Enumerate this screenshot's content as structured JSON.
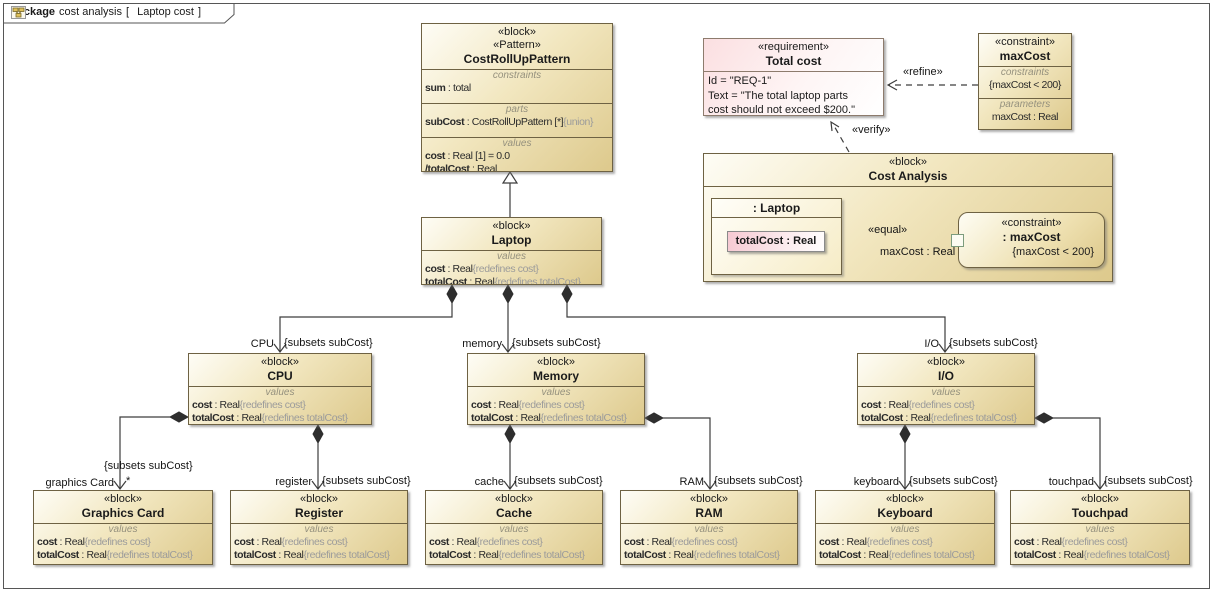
{
  "package_tab": {
    "keyword": "package",
    "context": "cost analysis",
    "open_bracket": "[",
    "diagram": "Laptop cost",
    "close_bracket": "]"
  },
  "pattern_block": {
    "stereotype1": "«block»",
    "stereotype2": "«Pattern»",
    "name": "CostRollUpPattern",
    "constraints_label": "constraints",
    "constraint_name": "sum",
    "constraint_rest": " : total",
    "parts_label": "parts",
    "part_name": "subCost",
    "part_type": " : CostRollUpPattern [*]",
    "part_mod": "{union}",
    "values_label": "values",
    "value1_name": "cost",
    "value1_rest": " : Real [1] = 0.0",
    "value2_name": "/totalCost",
    "value2_rest": " : Real"
  },
  "requirement": {
    "stereotype": "«requirement»",
    "name": "Total cost",
    "line1": "Id = \"REQ-1\"",
    "line2": "Text = \"The total laptop parts",
    "line3": "cost should not exceed $200.\""
  },
  "constraint_block": {
    "stereotype": "«constraint»",
    "name": "maxCost",
    "constraints_label": "constraints",
    "constraint_item": "{maxCost < 200}",
    "parameters_label": "parameters",
    "parameter_item": "maxCost : Real"
  },
  "cost_analysis": {
    "stereotype": "«block»",
    "name": "Cost Analysis",
    "part_name": ": Laptop",
    "part_value": "totalCost : Real",
    "cp_stereotype": "«constraint»",
    "cp_name": ": maxCost",
    "cp_constraint": "{maxCost < 200}",
    "equal_label": "«equal»",
    "param_label": "maxCost : Real"
  },
  "dependencies": {
    "refine": "«refine»",
    "verify": "«verify»"
  },
  "blocks": [
    {
      "stereotype": "«block»",
      "name": "Laptop",
      "values_label": "values",
      "p1n": "cost",
      "p1t": " : Real",
      "p1m": "{redefines cost}",
      "p2n": "totalCost",
      "p2t": " : Real",
      "p2m": "{redefines totalCost}"
    },
    {
      "stereotype": "«block»",
      "name": "CPU",
      "values_label": "values",
      "p1n": "cost",
      "p1t": " : Real",
      "p1m": "{redefines cost}",
      "p2n": "totalCost",
      "p2t": " : Real",
      "p2m": "{redefines totalCost}"
    },
    {
      "stereotype": "«block»",
      "name": "Memory",
      "values_label": "values",
      "p1n": "cost",
      "p1t": " : Real",
      "p1m": "{redefines cost}",
      "p2n": "totalCost",
      "p2t": " : Real",
      "p2m": "{redefines totalCost}"
    },
    {
      "stereotype": "«block»",
      "name": "I/O",
      "values_label": "values",
      "p1n": "cost",
      "p1t": " : Real",
      "p1m": "{redefines cost}",
      "p2n": "totalCost",
      "p2t": " : Real",
      "p2m": "{redefines totalCost}"
    },
    {
      "stereotype": "«block»",
      "name": "Graphics Card",
      "values_label": "values",
      "p1n": "cost",
      "p1t": " : Real",
      "p1m": "{redefines cost}",
      "p2n": "totalCost",
      "p2t": " : Real",
      "p2m": "{redefines totalCost}"
    },
    {
      "stereotype": "«block»",
      "name": "Register",
      "values_label": "values",
      "p1n": "cost",
      "p1t": " : Real",
      "p1m": "{redefines cost}",
      "p2n": "totalCost",
      "p2t": " : Real",
      "p2m": "{redefines totalCost}"
    },
    {
      "stereotype": "«block»",
      "name": "Cache",
      "values_label": "values",
      "p1n": "cost",
      "p1t": " : Real",
      "p1m": "{redefines cost}",
      "p2n": "totalCost",
      "p2t": " : Real",
      "p2m": "{redefines totalCost}"
    },
    {
      "stereotype": "«block»",
      "name": "RAM",
      "values_label": "values",
      "p1n": "cost",
      "p1t": " : Real",
      "p1m": "{redefines cost}",
      "p2n": "totalCost",
      "p2t": " : Real",
      "p2m": "{redefines totalCost}"
    },
    {
      "stereotype": "«block»",
      "name": "Keyboard",
      "values_label": "values",
      "p1n": "cost",
      "p1t": " : Real",
      "p1m": "{redefines cost}",
      "p2n": "totalCost",
      "p2t": " : Real",
      "p2m": "{redefines totalCost}"
    },
    {
      "stereotype": "«block»",
      "name": "Touchpad",
      "values_label": "values",
      "p1n": "cost",
      "p1t": " : Real",
      "p1m": "{redefines cost}",
      "p2n": "totalCost",
      "p2t": " : Real",
      "p2m": "{redefines totalCost}"
    }
  ],
  "edges": {
    "cpu": {
      "name": "CPU",
      "subsets": "{subsets subCost}"
    },
    "memory": {
      "name": "memory",
      "subsets": "{subsets subCost}"
    },
    "io": {
      "name": "I/O",
      "subsets": "{subsets subCost}"
    },
    "graphics": {
      "name": "graphics Card",
      "mult": "*",
      "subsets": "{subsets subCost}"
    },
    "register": {
      "name": "register",
      "subsets": "{subsets subCost}"
    },
    "cache": {
      "name": "cache",
      "subsets": "{subsets subCost}"
    },
    "ram": {
      "name": "RAM",
      "subsets": "{subsets subCost}"
    },
    "keyboard": {
      "name": "keyboard",
      "subsets": "{subsets subCost}"
    },
    "touchpad": {
      "name": "touchpad",
      "subsets": "{subsets subCost}"
    }
  },
  "colors": {
    "block_fill_light": "#fefdf6",
    "block_fill_dark": "#ddc98c",
    "block_border": "#6e6243",
    "requirement_fill": "#fbdfe1",
    "value_pink": "#f6c9d2",
    "line": "#3d3d3d"
  }
}
